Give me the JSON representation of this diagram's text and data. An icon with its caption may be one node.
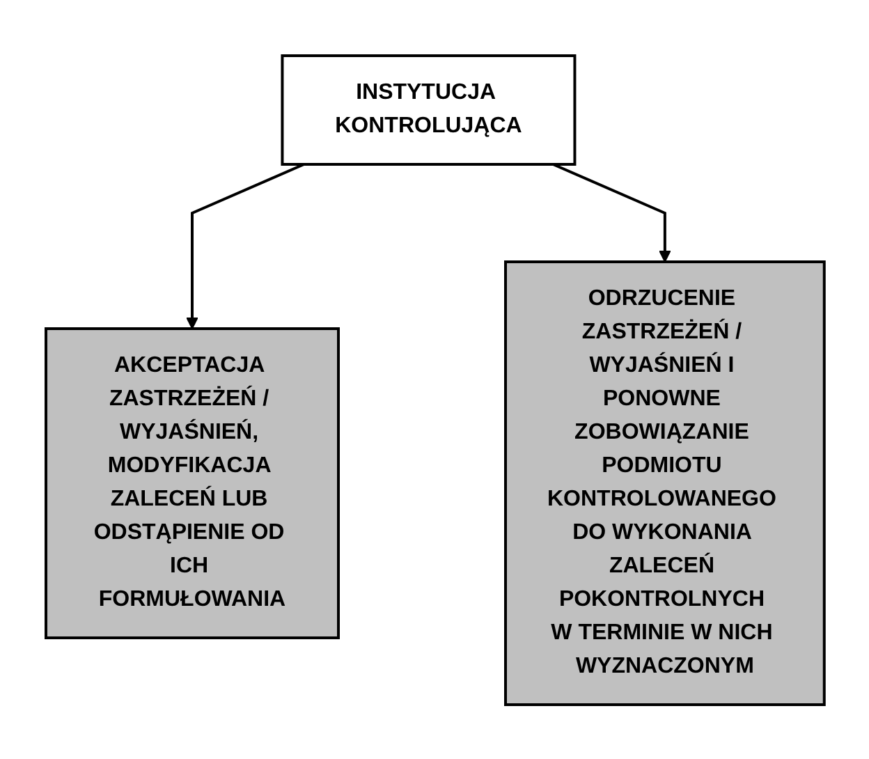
{
  "diagram": {
    "nodes": [
      {
        "text": [
          "INSTYTUCJA KONTROLUJĄCA"
        ]
      },
      {
        "text": [
          "AKCEPTACJA ZASTRZEŻEŃ / WYJAŚNIEŃ, MODYFIKACJA ZALECEŃ LUB ODSTĄPIENIE OD ICH FORMUŁOWANIA"
        ]
      },
      {
        "text": [
          "ODRZUCENIE ZASTRZEŻEŃ / WYJAŚNIEŃ I PONOWNE ZOBOWIĄZANIE PODMIOTU KONTROLOWANEGO DO WYKONANIA ZALECEŃ POKONTROLNYCH W TERMINIE W NICH WYZNACZONYM"
        ]
      }
    ],
    "edges": [
      {
        "from": 0,
        "to": 1,
        "arrow": "to"
      },
      {
        "from": 0,
        "to": 2,
        "arrow": "to"
      }
    ]
  }
}
